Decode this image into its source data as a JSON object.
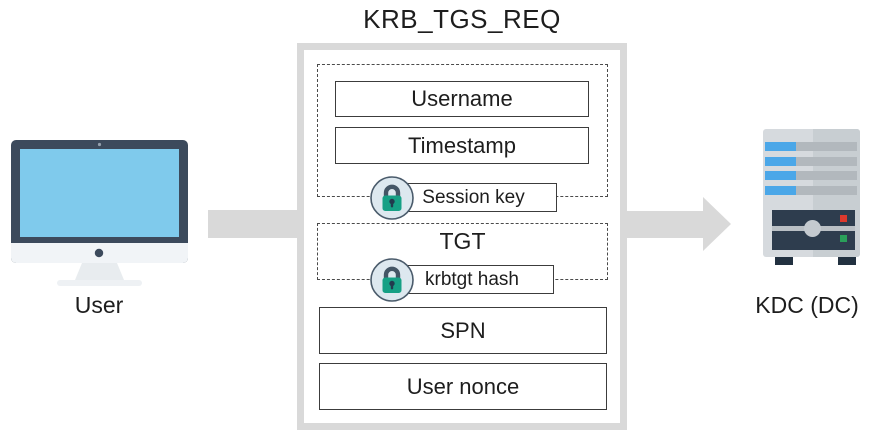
{
  "diagram": {
    "title": "KRB_TGS_REQ",
    "sender": {
      "label": "User",
      "icon": "desktop-computer-icon"
    },
    "receiver": {
      "label": "KDC (DC)",
      "icon": "server-icon"
    },
    "packet": {
      "session_key_group": {
        "fields": [
          "Username",
          "Timestamp"
        ],
        "encrypted_with": "Session key",
        "lock_icon": "lock-icon"
      },
      "tgt_group": {
        "field": "TGT",
        "encrypted_with": "krbtgt hash",
        "lock_icon": "lock-icon"
      },
      "plain_fields": [
        "SPN",
        "User nonce"
      ]
    },
    "colors": {
      "arrow_gray": "#d9d9d9",
      "packet_border_gray": "#d9d9d9",
      "field_border": "#3c3c3c",
      "lock_teal": "#16a085",
      "lock_badge_fill": "#dde8ef",
      "lock_badge_stroke": "#4a5b6b",
      "monitor_screen_blue": "#7fcaec",
      "monitor_frame": "#3c4a5c",
      "server_slot_blue": "#4ba7e8",
      "server_panel": "#2e3d4e",
      "status_red": "#dc392d",
      "status_green": "#2aa05a"
    }
  }
}
